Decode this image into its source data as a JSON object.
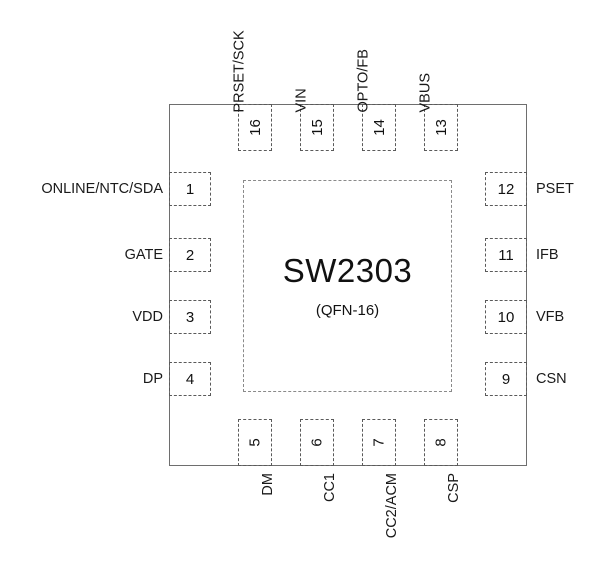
{
  "diagram": {
    "part_number": "SW2303",
    "package_type": "(QFN-16)",
    "outline_color": "#6e6e6e",
    "pad_color": "#5a5a5a",
    "text_color": "#1a1a1a"
  },
  "pins": {
    "left": [
      {
        "number": "1",
        "label": "ONLINE/NTC/SDA"
      },
      {
        "number": "2",
        "label": "GATE"
      },
      {
        "number": "3",
        "label": "VDD"
      },
      {
        "number": "4",
        "label": "DP"
      }
    ],
    "bottom": [
      {
        "number": "5",
        "label": "DM"
      },
      {
        "number": "6",
        "label": "CC1"
      },
      {
        "number": "7",
        "label": "CC2/ACM"
      },
      {
        "number": "8",
        "label": "CSP"
      }
    ],
    "right": [
      {
        "number": "9",
        "label": "CSN"
      },
      {
        "number": "10",
        "label": "VFB"
      },
      {
        "number": "11",
        "label": "IFB"
      },
      {
        "number": "12",
        "label": "PSET"
      }
    ],
    "top": [
      {
        "number": "13",
        "label": "VBUS"
      },
      {
        "number": "14",
        "label": "OPTO/FB"
      },
      {
        "number": "15",
        "label": "VIN"
      },
      {
        "number": "16",
        "label": "PRSET/SCK"
      }
    ]
  }
}
